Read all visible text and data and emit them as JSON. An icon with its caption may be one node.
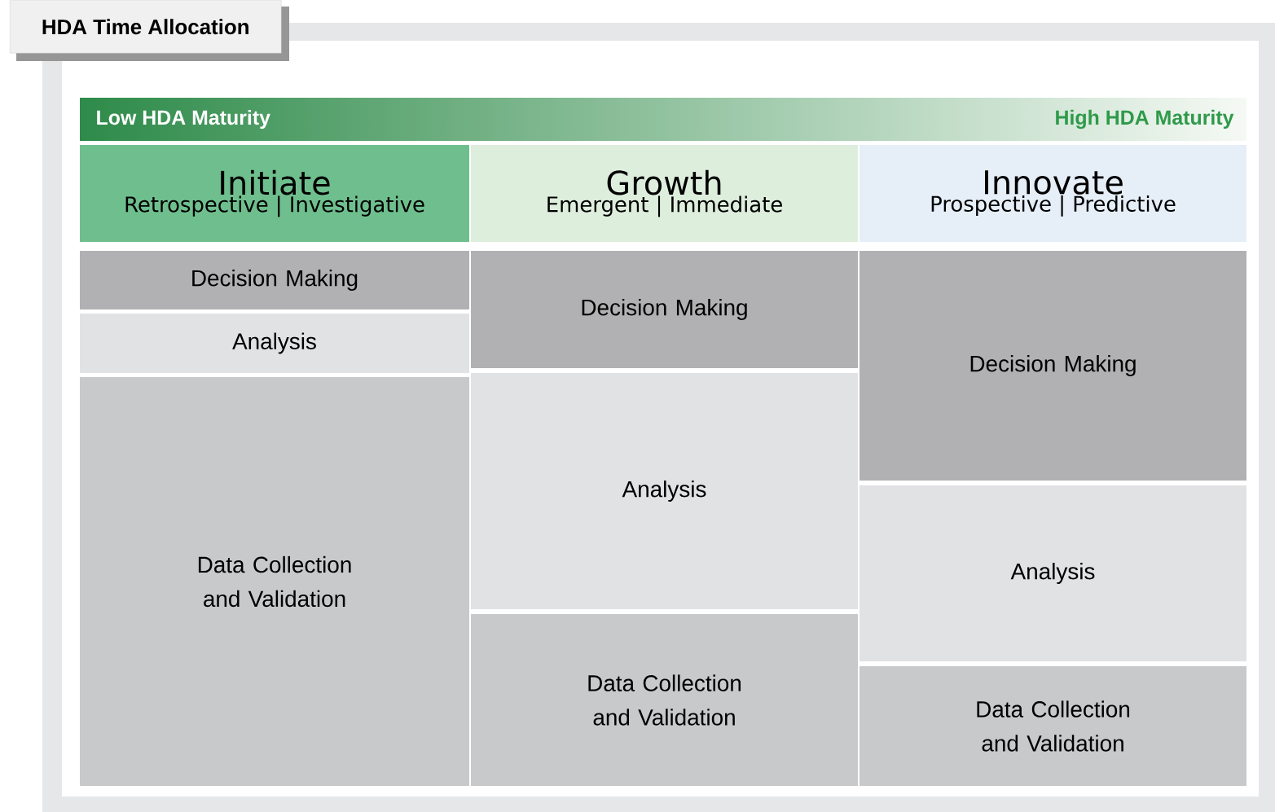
{
  "diagram": {
    "title": "HDA Time Allocation",
    "nodes": [
      {
        "text": [
          "Low HDA Maturity",
          "High HDA Maturity"
        ]
      },
      {
        "text": [
          "Initiate",
          "Retrospective | Investigative"
        ]
      },
      {
        "text": [
          "Growth",
          "Emergent | Immediate"
        ]
      },
      {
        "text": [
          "Innovate",
          "Prospective | Predictive"
        ]
      },
      {
        "text": [
          "Decision Making"
        ]
      },
      {
        "text": [
          "Analysis"
        ]
      },
      {
        "text": [
          "Data Collection and Validation"
        ]
      },
      {
        "text": [
          "Decision Making"
        ]
      },
      {
        "text": [
          "Analysis"
        ]
      },
      {
        "text": [
          "Data Collection and Validation"
        ]
      },
      {
        "text": [
          "Decision Making"
        ]
      },
      {
        "text": [
          "Analysis"
        ]
      },
      {
        "text": [
          "Data Collection and Validation"
        ]
      }
    ],
    "edges": []
  }
}
